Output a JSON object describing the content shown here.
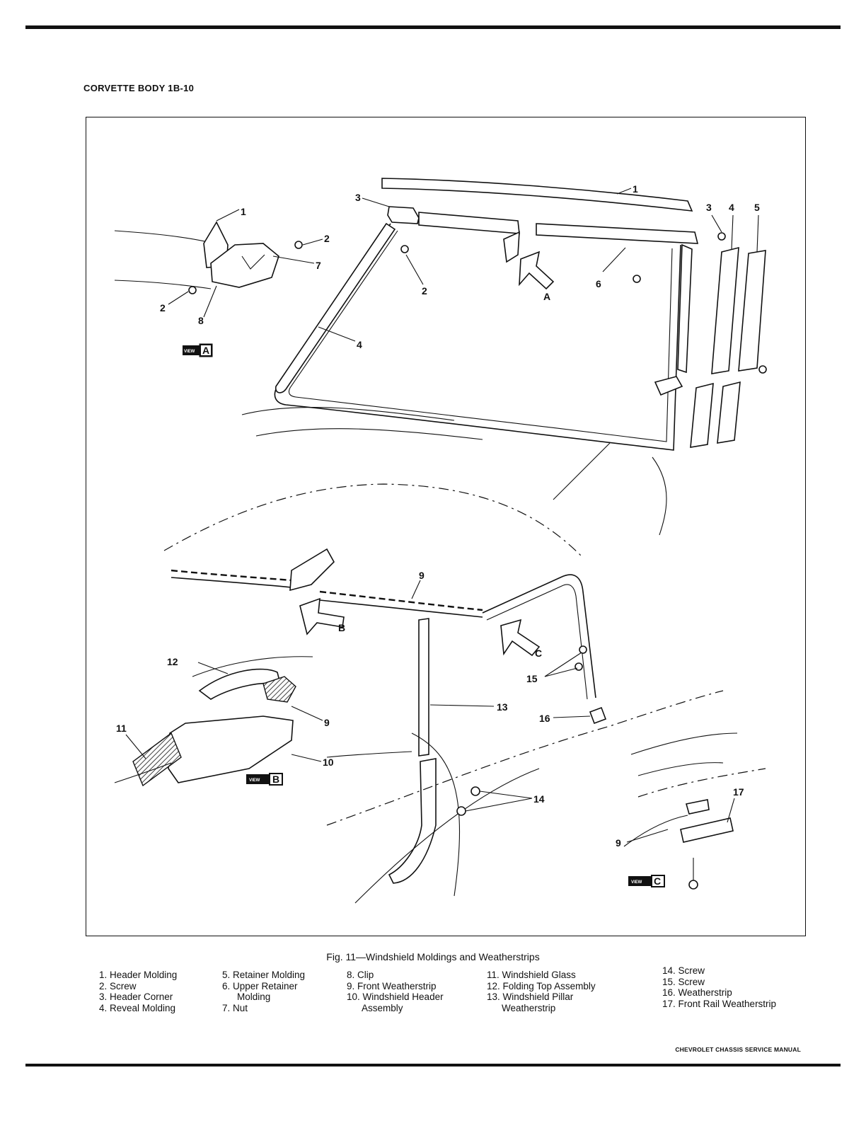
{
  "page_header": "CORVETTE BODY 1B-10",
  "caption": "Fig. 11—Windshield Moldings and Weatherstrips",
  "footer": "CHEVROLET CHASSIS SERVICE MANUAL",
  "legend": {
    "col1": [
      "1. Header Molding",
      "2. Screw",
      "3. Header Corner",
      "4. Reveal Molding"
    ],
    "col2": [
      "5. Retainer Molding",
      "6. Upper Retainer",
      "Molding",
      "7. Nut"
    ],
    "col3": [
      "8. Clip",
      "9. Front Weatherstrip",
      "10. Windshield Header",
      "Assembly"
    ],
    "col4": [
      "11. Windshield Glass",
      "12. Folding Top Assembly",
      "13. Windshield Pillar",
      "Weatherstrip"
    ],
    "col5": [
      "14. Screw",
      "15. Screw",
      "16. Weatherstrip",
      "17. Front Rail Weatherstrip"
    ]
  },
  "callouts": {
    "n1a": "1",
    "n1b": "1",
    "n2a": "2",
    "n2b": "2",
    "n2c": "2",
    "n3a": "3",
    "n3b": "3",
    "n4a": "4",
    "n4b": "4",
    "n5": "5",
    "n6": "6",
    "n7": "7",
    "n8": "8",
    "n9a": "9",
    "n9b": "9",
    "n9c": "9",
    "n10": "10",
    "n11": "11",
    "n12": "12",
    "n13": "13",
    "n14": "14",
    "n15": "15",
    "n16": "16",
    "n17": "17"
  },
  "view_tags": {
    "word": "VIEW",
    "a": "A",
    "b": "B",
    "c": "C",
    "arrow_a": "A",
    "arrow_b": "B",
    "arrow_c": "C"
  }
}
